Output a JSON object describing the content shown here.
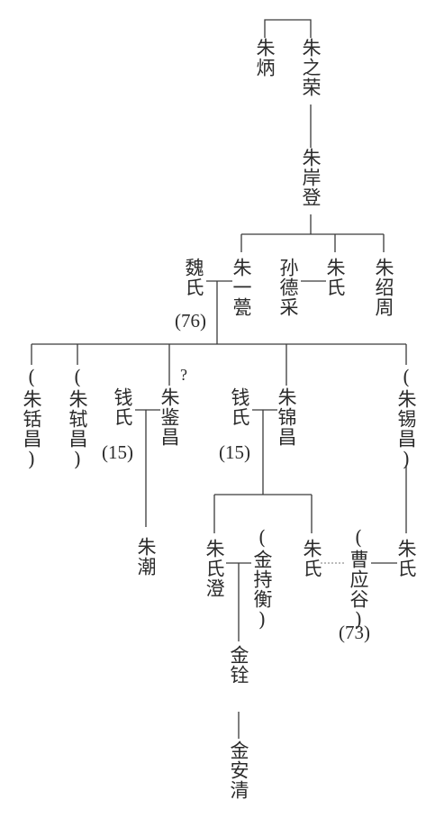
{
  "people": {
    "zhu_bing": "朱炳",
    "zhu_zhirong": "朱之荣",
    "zhu_andeng": "朱岸登",
    "wei_shi": "魏氏",
    "wei_shi_age": "(76)",
    "zhu_yimeng": "朱一甍",
    "sun_decai": "孙德采",
    "zhu_shi_1": "朱氏",
    "zhu_shaozhou": "朱绍周",
    "zhu_zhichang": "(朱铦昌)",
    "zhu_shichang": "(朱轼昌)",
    "qian_shi_1": "钱氏",
    "qian_shi_1_age": "(15)",
    "zhu_jianchang": "朱鉴昌",
    "question_mark": "?",
    "qian_shi_2": "钱氏",
    "qian_shi_2_age": "(15)",
    "zhu_jinchang": "朱锦昌",
    "zhu_xichang": "(朱锡昌)",
    "zhu_chao": "朱潮",
    "zhu_shicheng": "朱氏澄",
    "jin_chiheng": "(金持衡)",
    "zhu_shi_2": "朱氏",
    "cao_yinggu": "(曹应谷)",
    "cao_yinggu_age": "(73)",
    "zhu_shi_3": "朱氏",
    "jin_quan": "金铨",
    "jin_anqing": "金安清"
  }
}
